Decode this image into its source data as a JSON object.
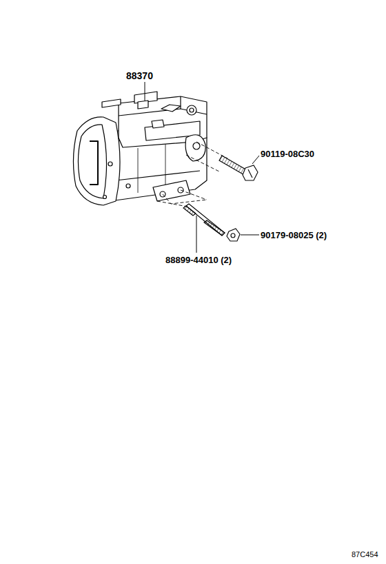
{
  "diagram": {
    "labels": [
      "88370",
      "90119-08C30",
      "90179-08025 (2)",
      "88899-44010 (2)",
      "87C454"
    ]
  }
}
